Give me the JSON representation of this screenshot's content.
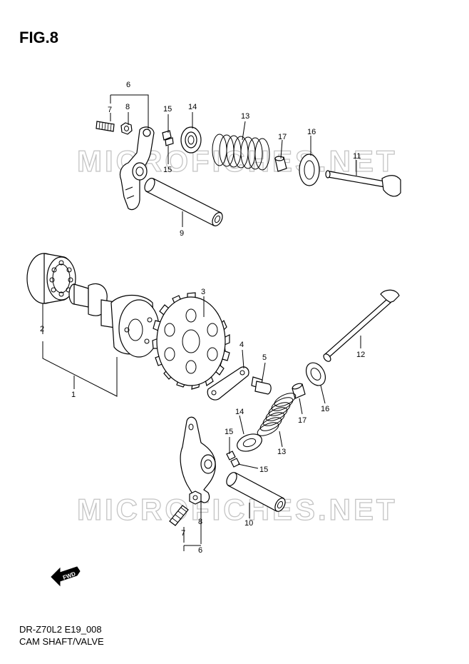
{
  "figure": {
    "title": "FIG.8"
  },
  "footer": {
    "model_code": "DR-Z70L2 E19_008",
    "section_name": "CAM SHAFT/VALVE"
  },
  "watermark": {
    "text": "MICROFICHES.NET"
  },
  "fwd_badge": {
    "text": "FWD"
  },
  "callouts": {
    "n1": "1",
    "n2": "2",
    "n3": "3",
    "n4": "4",
    "n5": "5",
    "n6_top": "6",
    "n6_bot": "6",
    "n7_top": "7",
    "n7_bot": "7",
    "n8_top": "8",
    "n8_bot": "8",
    "n9": "9",
    "n10": "10",
    "n11": "11",
    "n12": "12",
    "n13_top": "13",
    "n13_bot": "13",
    "n14_top": "14",
    "n14_bot": "14",
    "n15_a": "15",
    "n15_b": "15",
    "n15_c": "15",
    "n15_d": "15",
    "n16_top": "16",
    "n16_bot": "16",
    "n17_top": "17",
    "n17_bot": "17"
  },
  "colors": {
    "line": "#000000",
    "watermark": "#c4c4c4",
    "background": "#ffffff"
  }
}
